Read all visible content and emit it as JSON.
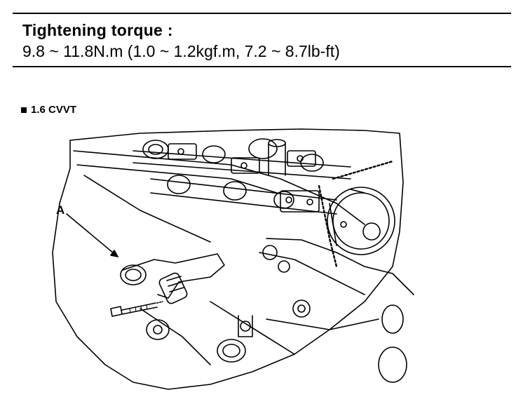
{
  "spec": {
    "heading": "Tightening torque :",
    "value": "9.8 ~ 11.8N.m (1.0 ~ 1.2kgf.m, 7.2 ~ 8.7lb-ft)"
  },
  "section": {
    "label": "1.6 CVVT"
  },
  "figure": {
    "callout_label": "A"
  }
}
